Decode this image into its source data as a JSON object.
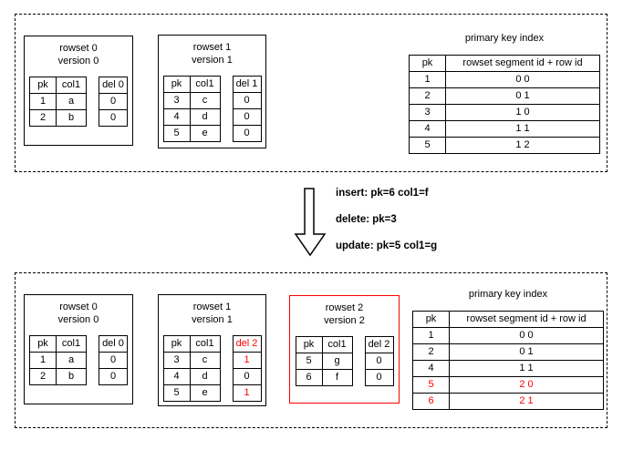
{
  "colors": {
    "red": "#ff0000",
    "black": "#000000",
    "background": "#ffffff"
  },
  "top_section": {
    "rowset0": {
      "title_line1": "rowset 0",
      "title_line2": "version 0",
      "main_table": {
        "headers": [
          "pk",
          "col1"
        ],
        "rows": [
          [
            "1",
            "a"
          ],
          [
            "2",
            "b"
          ]
        ]
      },
      "del_table": {
        "headers": [
          "del 0"
        ],
        "rows": [
          [
            "0"
          ],
          [
            "0"
          ]
        ]
      }
    },
    "rowset1": {
      "title_line1": "rowset 1",
      "title_line2": "version 1",
      "main_table": {
        "headers": [
          "pk",
          "col1"
        ],
        "rows": [
          [
            "3",
            "c"
          ],
          [
            "4",
            "d"
          ],
          [
            "5",
            "e"
          ]
        ]
      },
      "del_table": {
        "headers": [
          "del 1"
        ],
        "rows": [
          [
            "0"
          ],
          [
            "0"
          ],
          [
            "0"
          ]
        ]
      }
    },
    "pk_index": {
      "title": "primary key index",
      "table": {
        "headers": [
          "pk",
          "rowset segment id + row id"
        ],
        "rows": [
          [
            "1",
            "0 0"
          ],
          [
            "2",
            "0 1"
          ],
          [
            "3",
            "1 0"
          ],
          [
            "4",
            "1 1"
          ],
          [
            "5",
            "1 2"
          ]
        ]
      }
    }
  },
  "operations": {
    "line1": "insert: pk=6 col1=f",
    "line2": "delete: pk=3",
    "line3": "update: pk=5 col1=g"
  },
  "bottom_section": {
    "rowset0": {
      "title_line1": "rowset 0",
      "title_line2": "version 0",
      "main_table": {
        "headers": [
          "pk",
          "col1"
        ],
        "rows": [
          [
            "1",
            "a"
          ],
          [
            "2",
            "b"
          ]
        ]
      },
      "del_table": {
        "headers": [
          "del 0"
        ],
        "rows": [
          [
            "0"
          ],
          [
            "0"
          ]
        ]
      }
    },
    "rowset1": {
      "title_line1": "rowset 1",
      "title_line2": "version 1",
      "main_table": {
        "headers": [
          "pk",
          "col1"
        ],
        "rows": [
          [
            "3",
            "c"
          ],
          [
            "4",
            "d"
          ],
          [
            "5",
            "e"
          ]
        ]
      },
      "del_table": {
        "headers": [
          "del 2"
        ],
        "rows": [
          [
            "1"
          ],
          [
            "0"
          ],
          [
            "1"
          ]
        ],
        "red_headers": [
          0
        ],
        "red_cells": [
          [
            0,
            0
          ],
          [
            2,
            0
          ]
        ]
      }
    },
    "rowset2": {
      "title_line1": "rowset 2",
      "title_line2": "version 2",
      "border_color": "#ff0000",
      "main_table": {
        "headers": [
          "pk",
          "col1"
        ],
        "rows": [
          [
            "5",
            "g"
          ],
          [
            "6",
            "f"
          ]
        ]
      },
      "del_table": {
        "headers": [
          "del 2"
        ],
        "rows": [
          [
            "0"
          ],
          [
            "0"
          ]
        ]
      }
    },
    "pk_index": {
      "title": "primary key index",
      "table": {
        "headers": [
          "pk",
          "rowset segment id + row id"
        ],
        "rows": [
          [
            "1",
            "0 0"
          ],
          [
            "2",
            "0 1"
          ],
          [
            "4",
            "1 1"
          ],
          [
            "5",
            "2 0"
          ],
          [
            "6",
            "2 1"
          ]
        ],
        "red_cells": [
          [
            3,
            0
          ],
          [
            3,
            1
          ],
          [
            4,
            0
          ],
          [
            4,
            1
          ]
        ]
      }
    }
  }
}
